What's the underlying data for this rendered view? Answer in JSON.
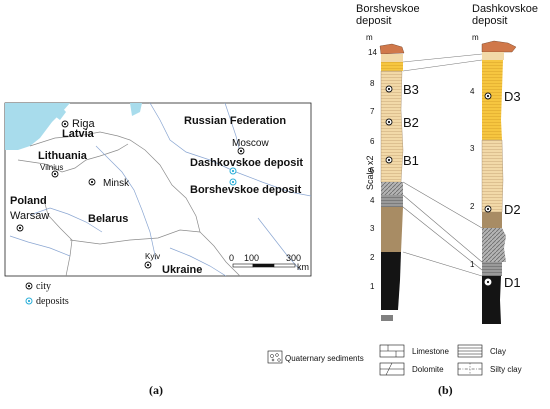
{
  "map": {
    "cities": [
      {
        "name": "Riga"
      },
      {
        "name": "Vilnius"
      },
      {
        "name": "Minsk"
      },
      {
        "name": "Warsaw"
      },
      {
        "name": "Kyiv"
      },
      {
        "name": "Moscow"
      }
    ],
    "countries": [
      "Latvia",
      "Lithuania",
      "Poland",
      "Belarus",
      "Ukraine",
      "Russian Federation"
    ],
    "deposits": [
      "Dashkovskoe deposit",
      "Borshevskoe deposit"
    ],
    "scale": {
      "ticks": [
        "0",
        "100",
        "300"
      ],
      "unit": "km"
    },
    "legend": {
      "city": "city",
      "deposits": "deposits"
    },
    "label": "(a)",
    "colors": {
      "sea": "#a8dcec",
      "border": "#8c8c8c",
      "river": "#8aa6d2",
      "deposit": "#2aaed8"
    }
  },
  "sections": {
    "borshevskoe": {
      "title_line1": "Borshevskoe",
      "title_line2": "deposit",
      "unit": "m",
      "ticks": [
        "14",
        "8",
        "7",
        "6",
        "5",
        "4",
        "3",
        "2",
        "1"
      ],
      "samples": [
        "B3",
        "B2",
        "B1"
      ],
      "scale_label": "Scale x2"
    },
    "dashkovskoe": {
      "title_line1": "Dashkovskoe",
      "title_line2": "deposit",
      "unit": "m",
      "ticks": [
        "4",
        "3",
        "2",
        "1"
      ],
      "samples": [
        "D3",
        "D2",
        "D1"
      ]
    },
    "legend": {
      "quaternary": "Quaternary sediments",
      "limestone": "Limestone",
      "dolomite": "Dolomite",
      "clay": "Clay",
      "silty_clay": "Silty clay"
    },
    "label": "(b)",
    "colors": {
      "sand": "#f2d9a8",
      "yellow": "#f6c640",
      "gray": "#b4b4b4",
      "brown": "#a88c64",
      "dark": "#141414",
      "topsoil": "#d0784a"
    }
  }
}
